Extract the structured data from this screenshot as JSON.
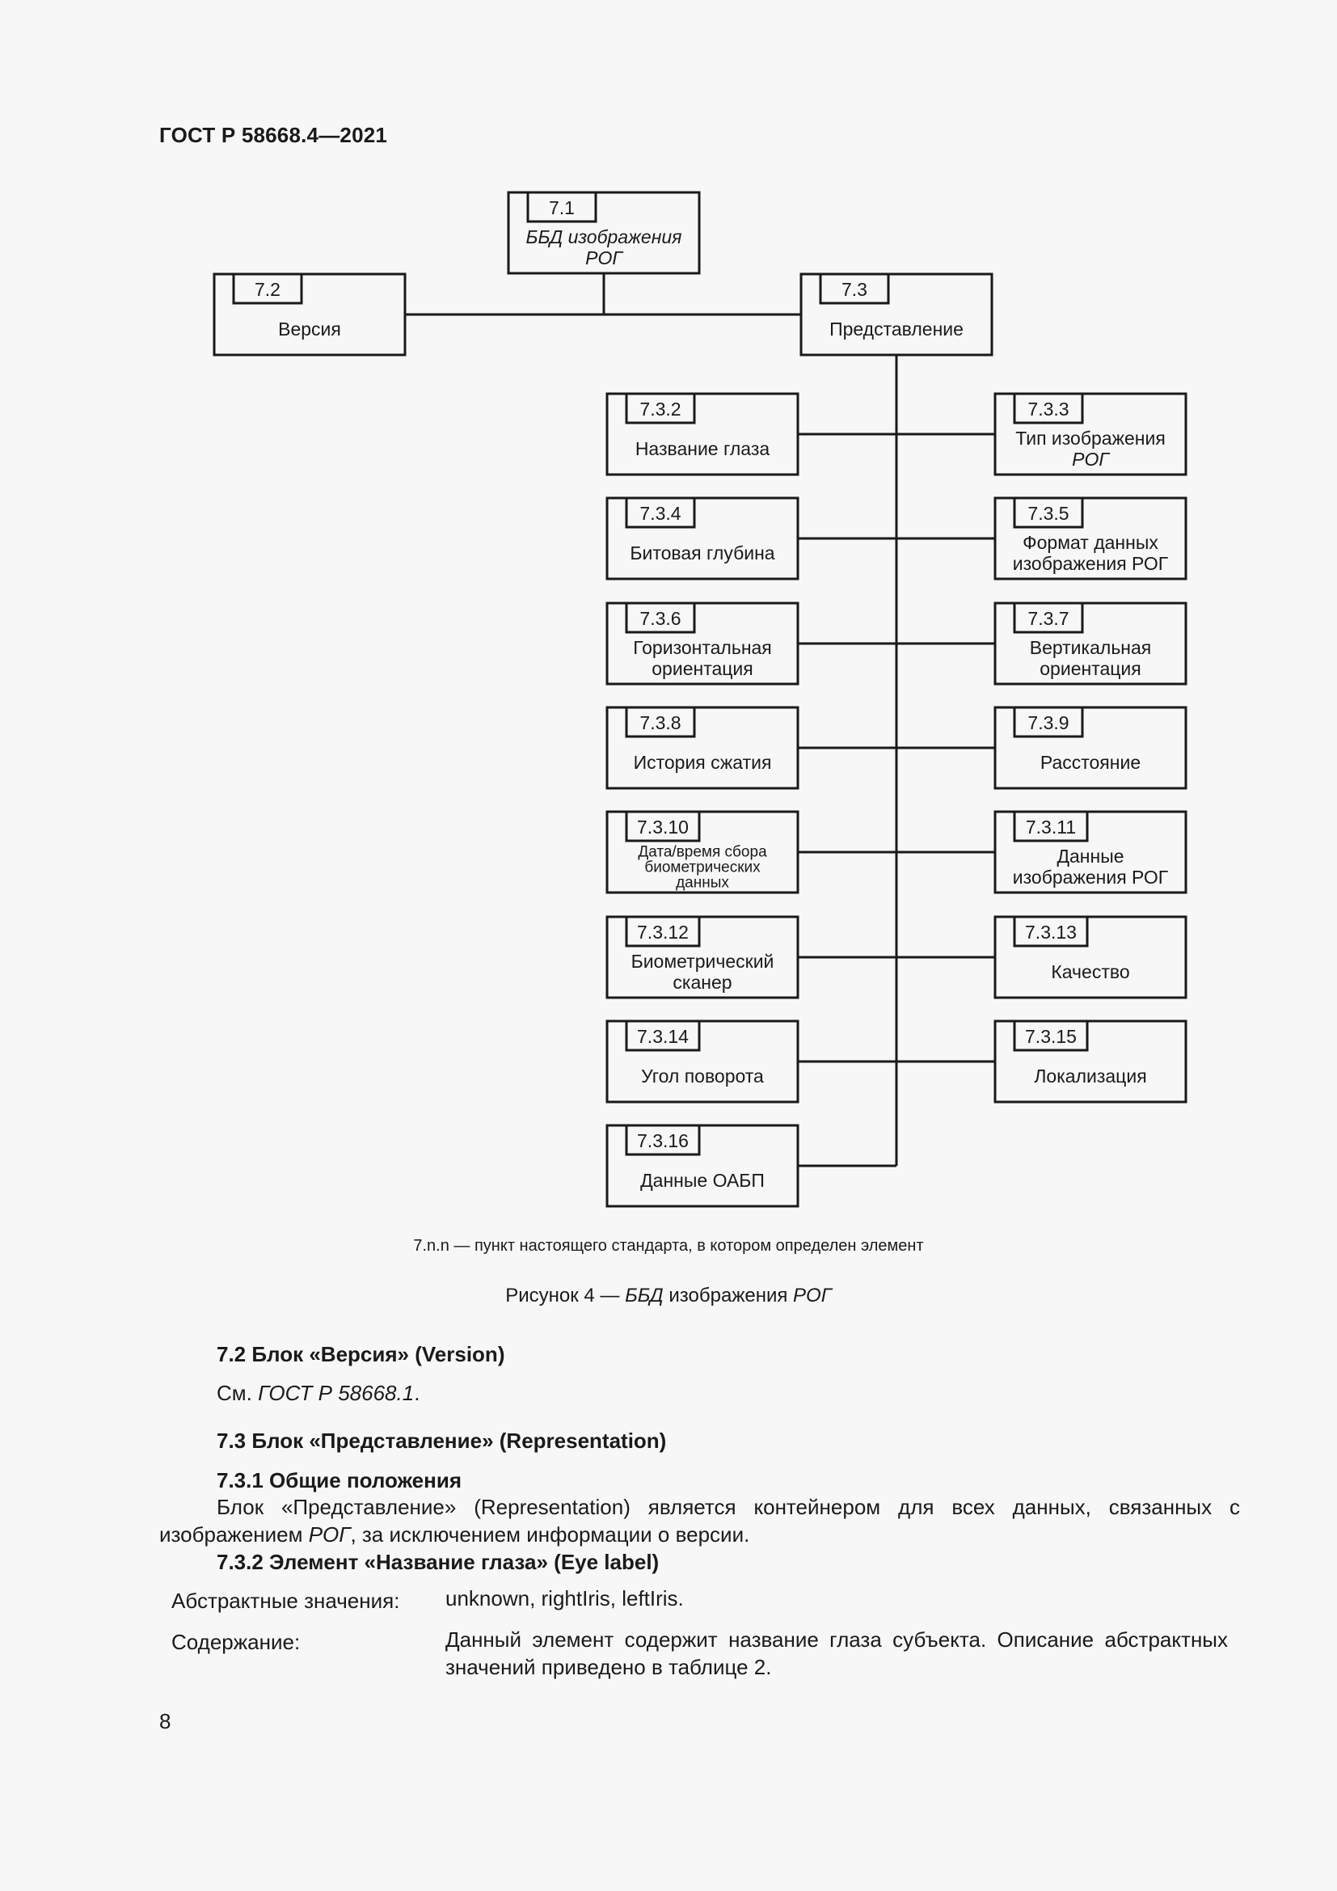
{
  "header": {
    "doc_id": "ГОСТ Р 58668.4—2021"
  },
  "diagram": {
    "nodes": [
      {
        "id": "7.1",
        "lines": [
          "ББД изображения",
          "РОГ"
        ],
        "italic": [
          true,
          true
        ]
      },
      {
        "id": "7.2",
        "lines": [
          "Версия"
        ],
        "italic": [
          false
        ]
      },
      {
        "id": "7.3",
        "lines": [
          "Представление"
        ],
        "italic": [
          false
        ]
      },
      {
        "id": "7.3.2",
        "lines": [
          "Название глаза"
        ],
        "italic": [
          false
        ]
      },
      {
        "id": "7.3.3",
        "lines": [
          "Тип изображения",
          "РОГ"
        ],
        "italic": [
          false,
          true
        ]
      },
      {
        "id": "7.3.4",
        "lines": [
          "Битовая глубина"
        ],
        "italic": [
          false
        ]
      },
      {
        "id": "7.3.5",
        "lines": [
          "Формат данных",
          "изображения РОГ"
        ],
        "italic": [
          false,
          false
        ]
      },
      {
        "id": "7.3.6",
        "lines": [
          "Горизонтальная",
          "ориентация"
        ],
        "italic": [
          false,
          false
        ]
      },
      {
        "id": "7.3.7",
        "lines": [
          "Вертикальная",
          "ориентация"
        ],
        "italic": [
          false,
          false
        ]
      },
      {
        "id": "7.3.8",
        "lines": [
          "История сжатия"
        ],
        "italic": [
          false
        ]
      },
      {
        "id": "7.3.9",
        "lines": [
          "Расстояние"
        ],
        "italic": [
          false
        ]
      },
      {
        "id": "7.3.10",
        "lines": [
          "Дата/время сбора",
          "биометрических",
          "данных"
        ],
        "italic": [
          false,
          false,
          false
        ]
      },
      {
        "id": "7.3.11",
        "lines": [
          "Данные",
          "изображения РОГ"
        ],
        "italic": [
          false,
          false
        ]
      },
      {
        "id": "7.3.12",
        "lines": [
          "Биометрический",
          "сканер"
        ],
        "italic": [
          false,
          false
        ]
      },
      {
        "id": "7.3.13",
        "lines": [
          "Качество"
        ],
        "italic": [
          false
        ]
      },
      {
        "id": "7.3.14",
        "lines": [
          "Угол поворота"
        ],
        "italic": [
          false
        ]
      },
      {
        "id": "7.3.15",
        "lines": [
          "Локализация"
        ],
        "italic": [
          false
        ]
      },
      {
        "id": "7.3.16",
        "lines": [
          "Данные ОАБП"
        ],
        "italic": [
          false
        ]
      }
    ]
  },
  "figure": {
    "note": "7.n.n — пункт настоящего стандарта, в котором определен элемент",
    "caption_prefix": "Рисунок 4 — ",
    "caption_italic": "ББД",
    "caption_middle": " изображения ",
    "caption_italic2": "РОГ"
  },
  "sections": {
    "s72_heading": "7.2 Блок «Версия» (Version)",
    "s72_see": "См. ",
    "s72_ref": "ГОСТ Р 58668.1",
    "s72_dot": ".",
    "s73_heading": "7.3 Блок «Представление» (Representation)",
    "s731_heading": "7.3.1 Общие положения",
    "s731_text_a": "Блок «Представление» (Representation) является контейнером для всех данных, связанных с изображением ",
    "s731_text_italic": "РОГ",
    "s731_text_b": ", за исключением информации о версии.",
    "s732_heading": "7.3.2 Элемент «Название глаза» (Eye label)",
    "abstract_label": "Абстрактные значения:",
    "abstract_value": "unknown, rightIris, leftIris.",
    "content_label": "Содержание:",
    "content_value": "Данный элемент содержит название глаза субъекта. Описание абстрактных значений приведено в таблице 2."
  },
  "footer": {
    "page_number": "8"
  }
}
